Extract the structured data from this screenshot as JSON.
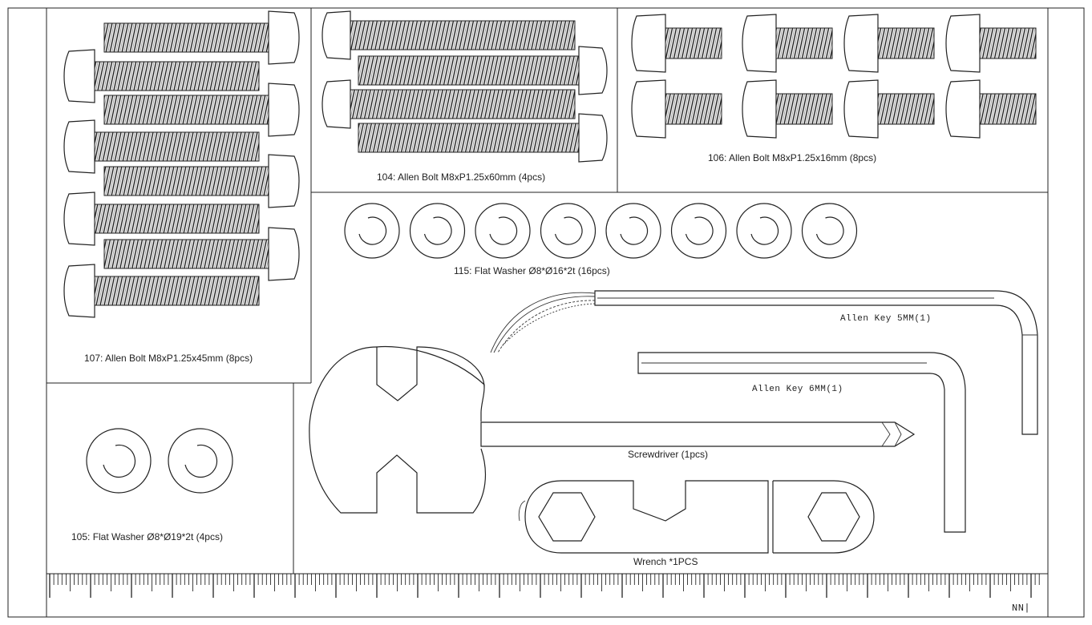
{
  "labels": {
    "bolt_107": "107: Allen Bolt  M8xP1.25x45mm  (8pcs)",
    "bolt_104": "104: Allen Bolt  M8xP1.25x60mm  (4pcs)",
    "bolt_106": "106:  Allen Bolt  M8xP1.25x16mm  (8pcs)",
    "washer_115": "115: Flat Washer Ø8*Ø16*2t  (16pcs)",
    "allen_key_5": "Allen Key  5MM(1)",
    "allen_key_6": "Allen Key  6MM(1)",
    "screwdriver": "Screwdriver (1pcs)",
    "washer_105": "105: Flat Washer Ø8*Ø19*2t  (4pcs)",
    "wrench": "Wrench *1PCS",
    "ruler_mark": "NN|"
  },
  "parts": {
    "bolts_107_count": 8,
    "bolts_104_count": 4,
    "bolts_106_count": 8,
    "washers_115_count": 16,
    "washers_115_drawn": 8,
    "washers_105_count": 4,
    "washers_105_drawn": 2
  }
}
